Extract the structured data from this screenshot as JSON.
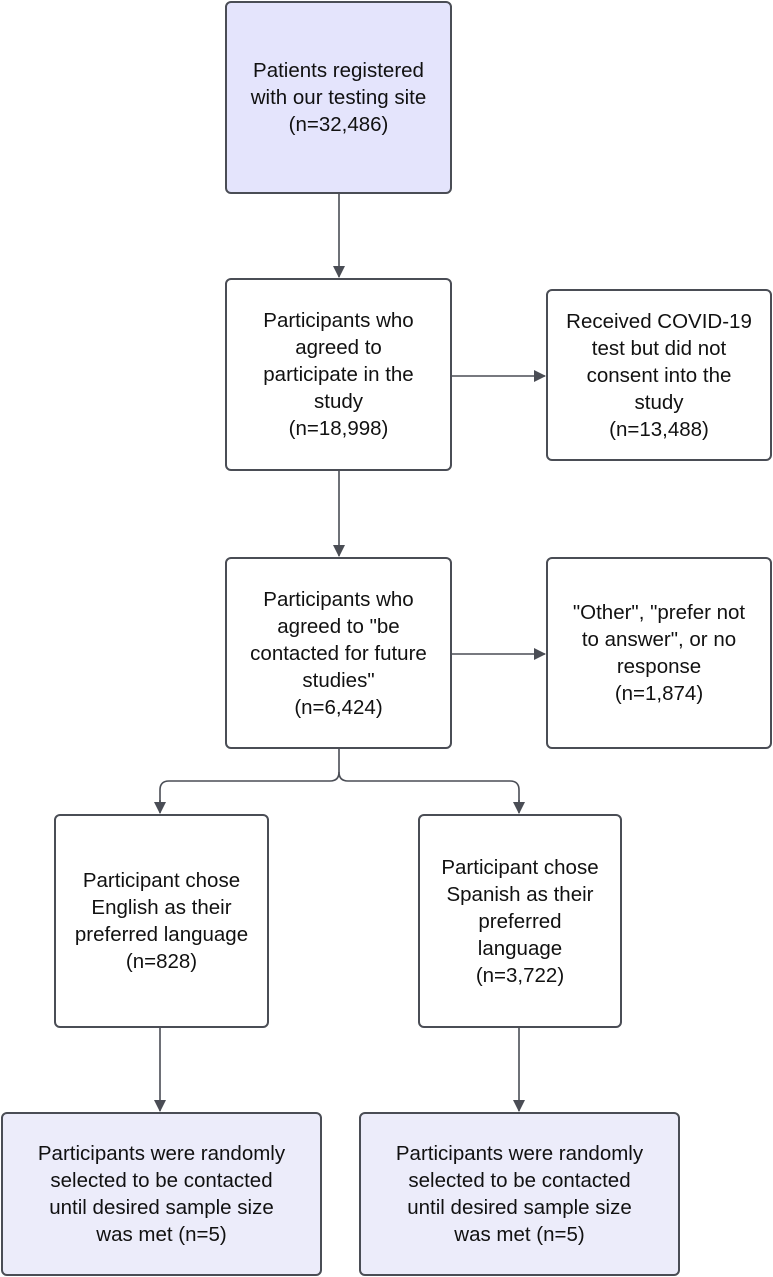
{
  "boxes": {
    "registered": "Patients registered\nwith our testing site\n(n=32,486)",
    "agreed_participate": "Participants who\nagreed to\nparticipate in the\nstudy\n(n=18,998)",
    "no_consent": "Received COVID-19\ntest but did not\nconsent into the\nstudy\n(n=13,488)",
    "future_contact": "Participants who\nagreed to \"be\ncontacted for future\nstudies\"\n(n=6,424)",
    "other_response": "\"Other\", \"prefer not\nto answer\", or no\nresponse\n(n=1,874)",
    "english": "Participant chose\nEnglish as their\npreferred language\n(n=828)",
    "spanish": "Participant chose\nSpanish as their\npreferred\nlanguage\n(n=3,722)",
    "english_selected": "Participants were randomly\nselected to be contacted\nuntil desired sample size\nwas met (n=5)",
    "spanish_selected": "Participants were randomly\nselected to be contacted\nuntil desired sample size\nwas met (n=5)"
  },
  "colors": {
    "start_fill": "#e4e4fc",
    "end_fill": "#ececfa",
    "border": "#4a4d55",
    "arrow": "#4a4d55"
  }
}
